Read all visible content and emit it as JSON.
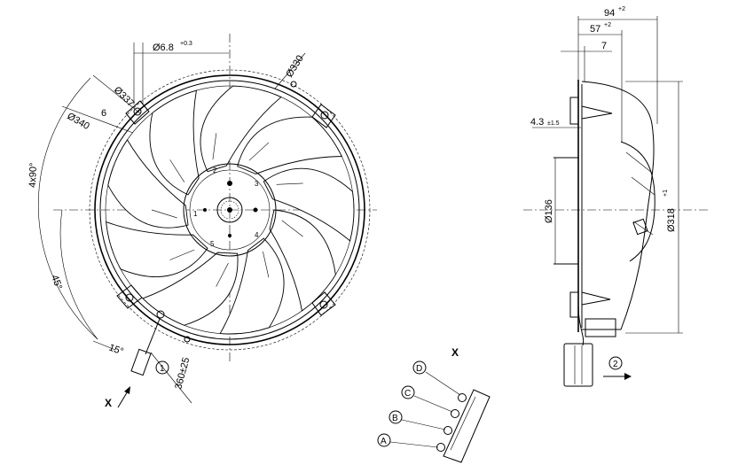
{
  "labels": {
    "d_330": "Ø330",
    "d_337": "Ø337",
    "d_340": "Ø340",
    "d_68": "Ø6.8",
    "d_68_tol": "+0.3",
    "six": "6",
    "angle_4x90": "4x90°",
    "angle_45": "45°",
    "angle_15": "15°",
    "cable_len": "360±25",
    "cable_ref": "1",
    "view_x": "X",
    "section_x": "X",
    "dim_94": "94",
    "dim_94_tol": "+2",
    "dim_57": "57",
    "dim_57_tol": "+2",
    "dim_7": "7",
    "dim_43": "4.3",
    "dim_43_tol": "±1.5",
    "dim_136": "Ø136",
    "dim_318": "Ø318",
    "dim_318_tol": "+1",
    "flow_ref": "2",
    "hub_marks": [
      "1",
      "2",
      "3",
      "4",
      "5"
    ],
    "pins": [
      "D",
      "C",
      "B",
      "A"
    ]
  }
}
